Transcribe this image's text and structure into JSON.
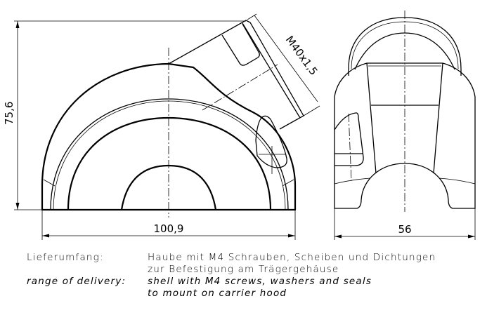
{
  "drawing": {
    "dimensions": {
      "height": "75,6",
      "width_side": "100,9",
      "thread": "M40x1,5",
      "width_front": "56"
    }
  },
  "notes": {
    "de_label": "Lieferumfang:",
    "de_line1": "Haube mit M4 Schrauben, Scheiben und Dichtungen",
    "de_line2": "zur Befestigung am Trägergehäuse",
    "en_label": "range of delivery:",
    "en_line1": "shell with M4 screws, washers and seals",
    "en_line2": "to mount on carrier hood"
  }
}
